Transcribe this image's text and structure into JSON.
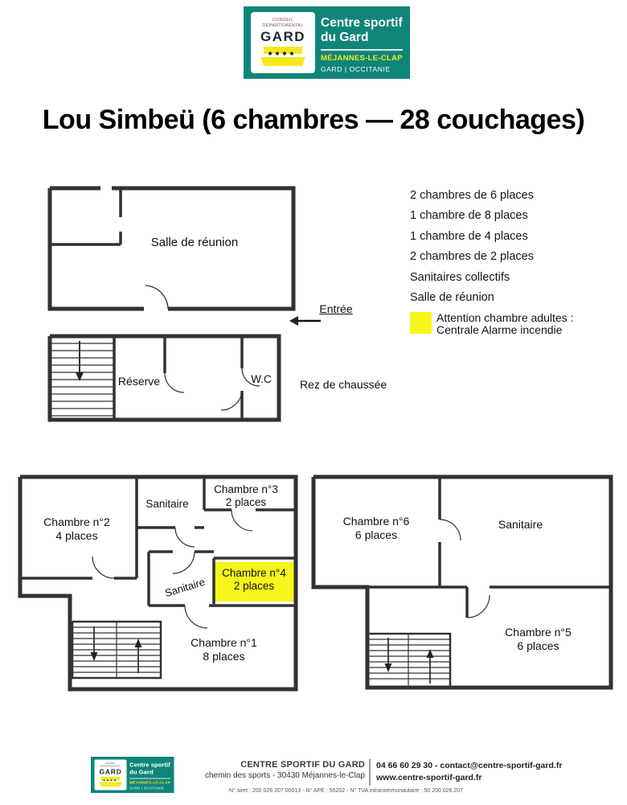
{
  "colors": {
    "teal": "#0f8578",
    "yellow": "#f6e81f",
    "highlight": "#f8f51c"
  },
  "header": {
    "logo": {
      "council_line1": "CONSEIL",
      "council_line2": "DÉPARTEMENTAL",
      "council_name": "GARD",
      "title_line1": "Centre sportif",
      "title_line2": "du Gard",
      "place": "MÉJANNES-LE-CLAP",
      "region": "GARD | OCCITANIE"
    }
  },
  "title": "Lou Simbeü (6 chambres — 28 couchages)",
  "ground_floor": {
    "meeting_room": "Salle de réunion",
    "reserve": "Réserve",
    "wc": "W.C",
    "entrance": "Entrée",
    "floor_label": "Rez de chaussée"
  },
  "legend": {
    "items": [
      "2 chambres de 6 places",
      "1 chambre de 8 places",
      "1 chambre de 4 places",
      "2 chambres de 2 places",
      "Sanitaires collectifs",
      "Salle de réunion"
    ],
    "warning": {
      "line1": "Attention chambre adultes :",
      "line2": "Centrale Alarme incendie"
    }
  },
  "floor_left": {
    "chambre2": {
      "name": "Chambre n°2",
      "capacity": "4 places"
    },
    "sanitaire_top": "Sanitaire",
    "chambre3": {
      "name": "Chambre n°3",
      "capacity": "2 places"
    },
    "sanitaire_mid": "Sanitaire",
    "chambre4": {
      "name": "Chambre n°4",
      "capacity": "2 places"
    },
    "chambre1": {
      "name": "Chambre n°1",
      "capacity": "8 places"
    }
  },
  "floor_right": {
    "chambre6": {
      "name": "Chambre n°6",
      "capacity": "6 places"
    },
    "sanitaire": "Sanitaire",
    "chambre5": {
      "name": "Chambre n°5",
      "capacity": "6 places"
    }
  },
  "footer": {
    "org_name": "CENTRE SPORTIF DU GARD",
    "address": "chemin des sports - 30430 Méjannes-le-Clap",
    "phone_email": "04 66 60 29 30 - contact@centre-sportif-gard.fr",
    "website": "www.centre-sportif-gard.fr",
    "legal": "N° siret : 200 026 207 00013 - N° APE : 55202 - N° TVA intracommunautaire : 50 200 026 207"
  }
}
